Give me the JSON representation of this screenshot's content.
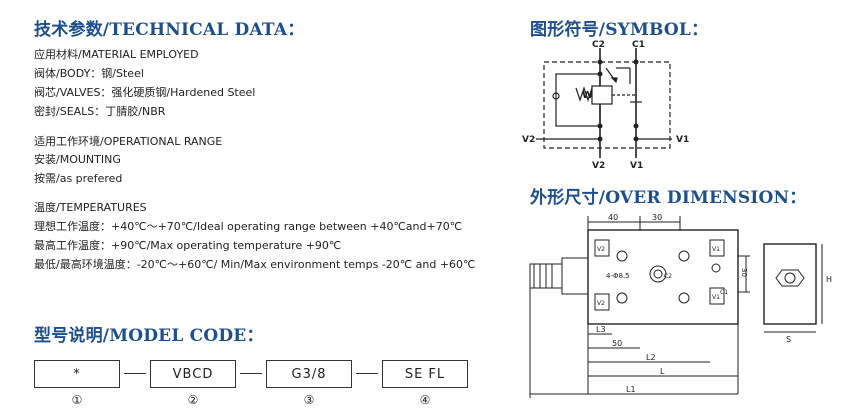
{
  "technical": {
    "heading": "技术参数/TECHNICAL DATA：",
    "lines": [
      "应用材料/MATERIAL EMPLOYED",
      "阀体/BODY：钢/Steel",
      "阀芯/VALVES：强化硬质钢/Hardened Steel",
      "密封/SEALS：丁腈胶/NBR",
      "适用工作环境/OPERATIONAL RANGE",
      "安装/MOUNTING",
      "按需/as prefered",
      "温度/TEMPERATURES",
      "理想工作温度：+40℃～+70℃/Ideal operating range between +40℃and+70℃",
      "最高工作温度：+90℃/Max operating temperature +90℃",
      "最低/最高环境温度：-20℃～+60℃/ Min/Max environment temps -20℃ and +60℃"
    ]
  },
  "model": {
    "heading": "型号说明/MODEL CODE：",
    "boxes": [
      "*",
      "VBCD",
      "G3/8",
      "SE FL"
    ],
    "numbers": [
      "①",
      "②",
      "③",
      "④"
    ]
  },
  "symbol": {
    "heading": "图形符号/SYMBOL：",
    "labels": {
      "c2": "C2",
      "c1": "C1",
      "v2_left": "V2",
      "v1_right": "V1",
      "v2_bottom": "V2",
      "v1_bottom": "V1",
      "w": "W"
    }
  },
  "dimension": {
    "heading": "外形尺寸/OVER DIMENSION：",
    "labels": {
      "d40": "40",
      "d30": "30",
      "v2a": "V2",
      "v2b": "V2",
      "v1a": "V1",
      "v1b": "V1",
      "c2": "C2",
      "c1": "C1",
      "holes": "4-Φ8.5",
      "l3": "L3",
      "d50": "50",
      "l2": "L2",
      "l": "L",
      "l1": "L1",
      "d30v": "30",
      "h": "H",
      "s": "S"
    }
  }
}
